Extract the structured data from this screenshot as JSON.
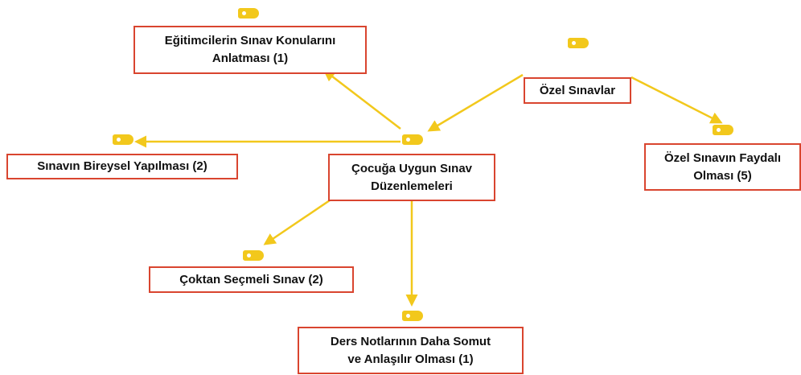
{
  "colors": {
    "edge": "#f2c81c",
    "tag": "#f2c81c",
    "node_border": "#d9452f"
  },
  "nodes": {
    "egitimciler": {
      "line1": "Eğitimcilerin Sınav Konularını",
      "line2": "Anlatması (1)"
    },
    "ozel_sinavlar": {
      "line1": "Özel Sınavlar"
    },
    "bireysel": {
      "line1": "Sınavın Bireysel Yapılması (2)"
    },
    "cocuga_uygun": {
      "line1": "Çocuğa Uygun Sınav",
      "line2": "Düzenlemeleri"
    },
    "ozel_faydali": {
      "line1": "Özel Sınavın Faydalı",
      "line2": "Olması (5)"
    },
    "coktan_secmeli": {
      "line1": "Çoktan Seçmeli Sınav (2)"
    },
    "ders_notlari": {
      "line1": "Ders Notlarının Daha Somut",
      "line2": "ve Anlaşılır Olması (1)"
    }
  }
}
